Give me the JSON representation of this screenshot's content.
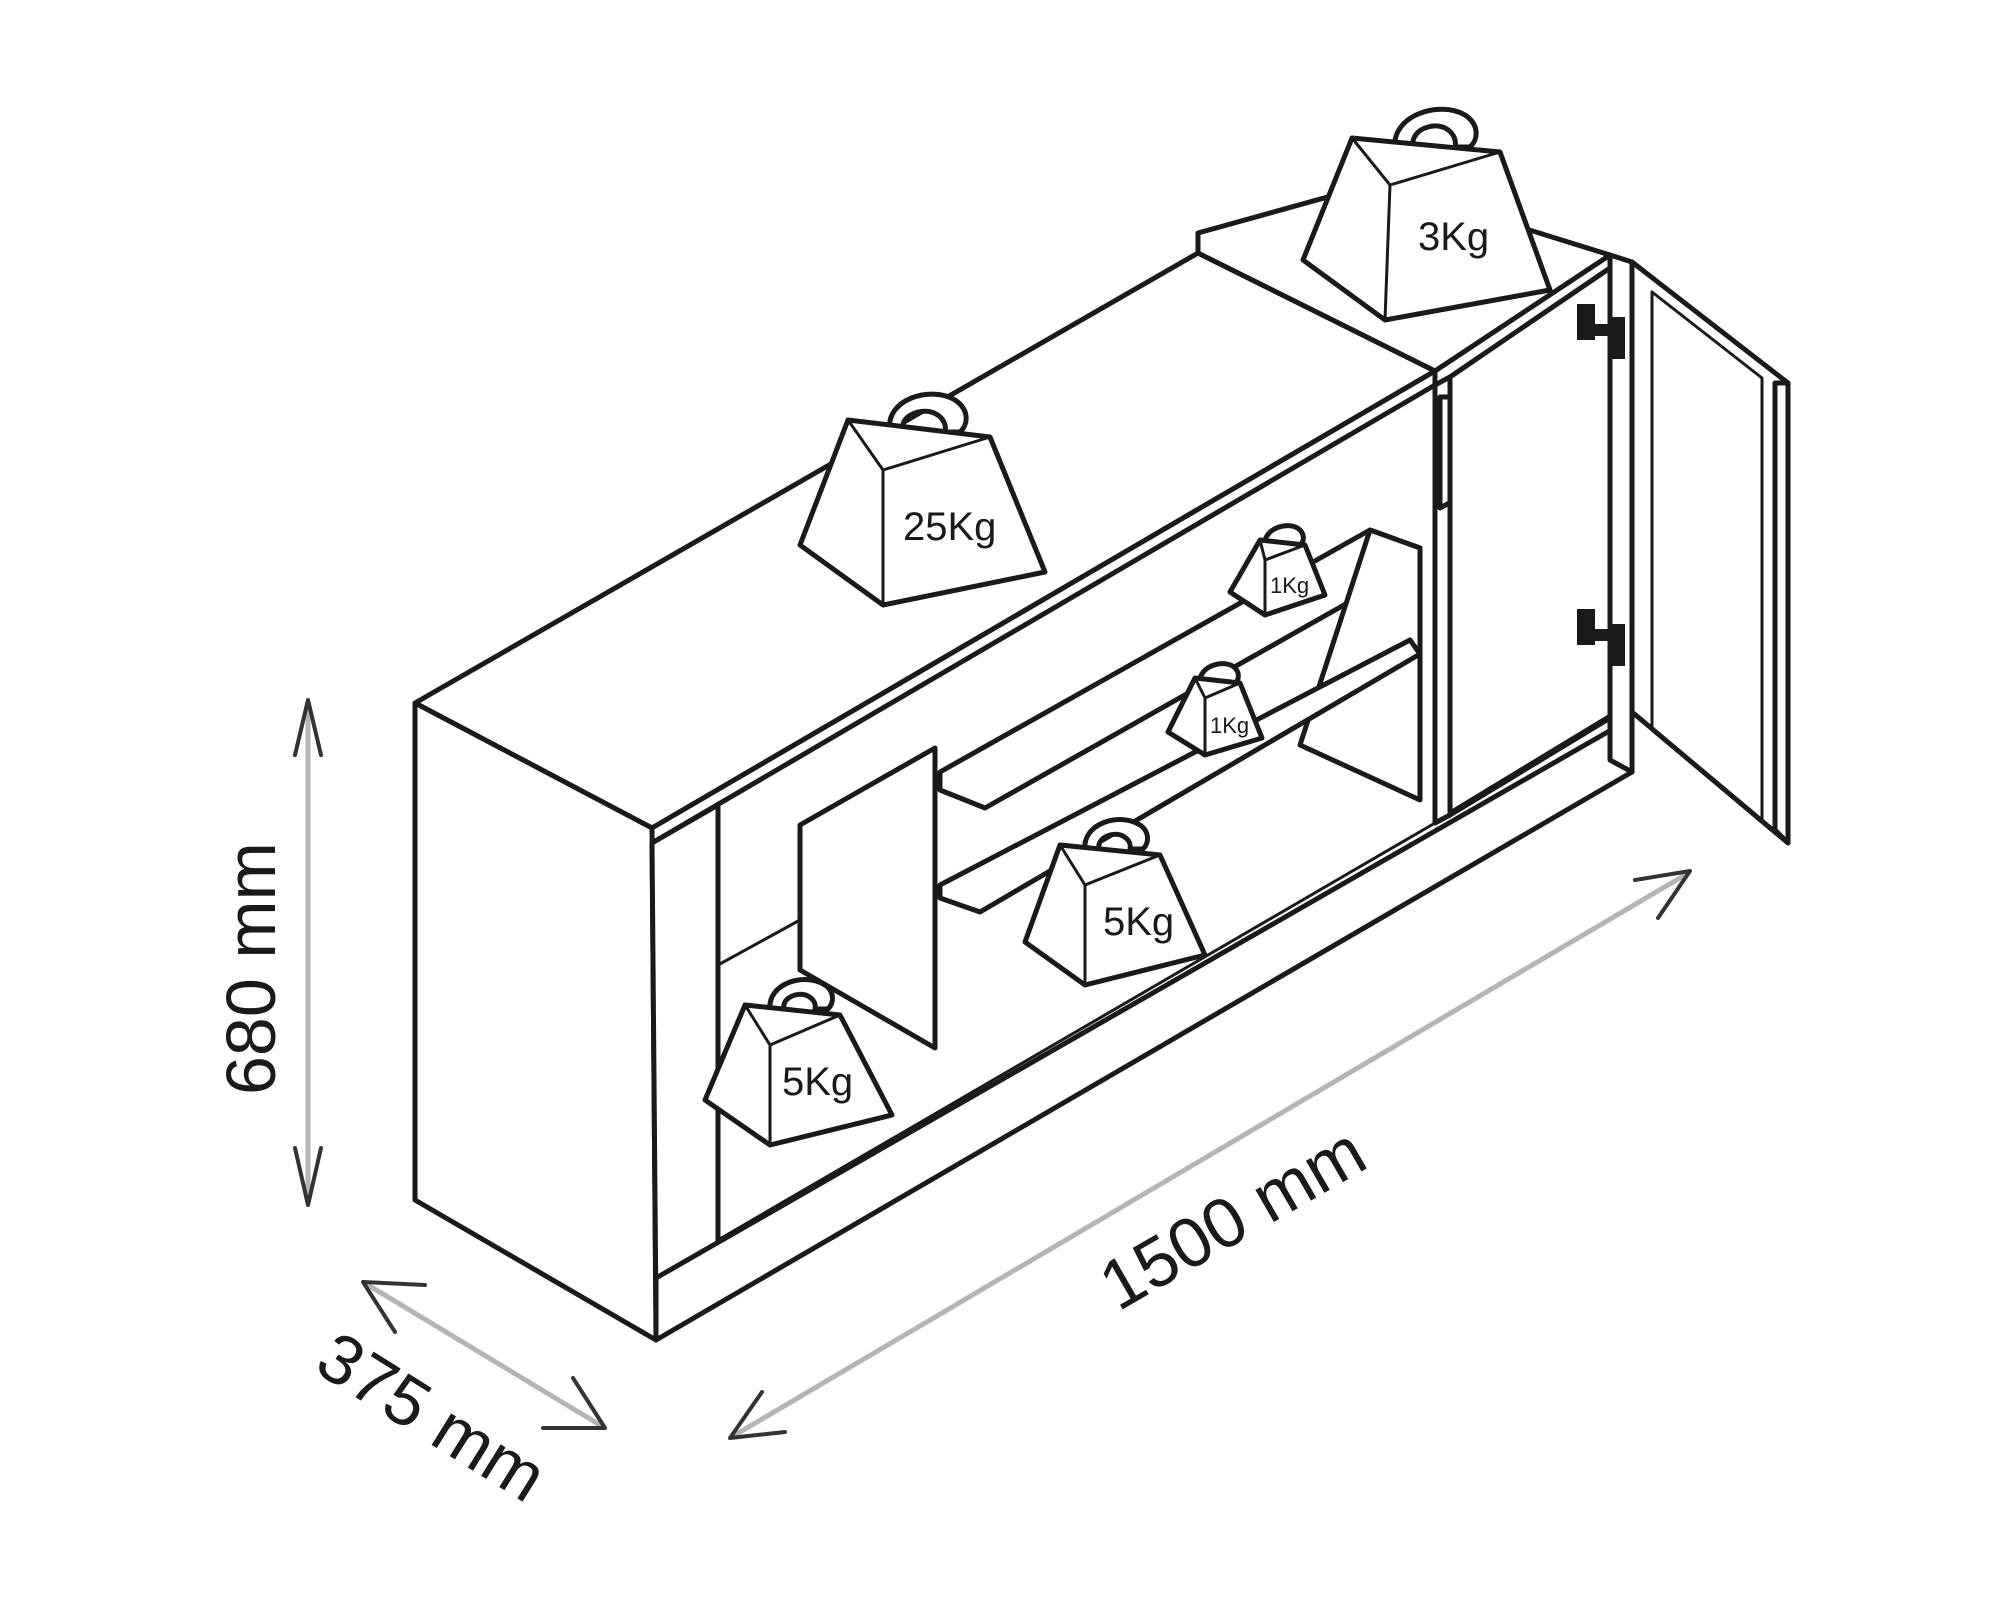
{
  "dimensions": {
    "height": "680 mm",
    "width": "1500 mm",
    "depth": "375 mm"
  },
  "weights": {
    "top_left": "25Kg",
    "top_right": "3Kg",
    "upper_shelf": "1Kg",
    "middle_shelf": "1Kg",
    "lower_shelf": "5Kg",
    "left_compartment": "5Kg"
  },
  "colors": {
    "line": "#1a1a1a",
    "dimension_line": "#b5b5b5",
    "background": "#ffffff"
  }
}
